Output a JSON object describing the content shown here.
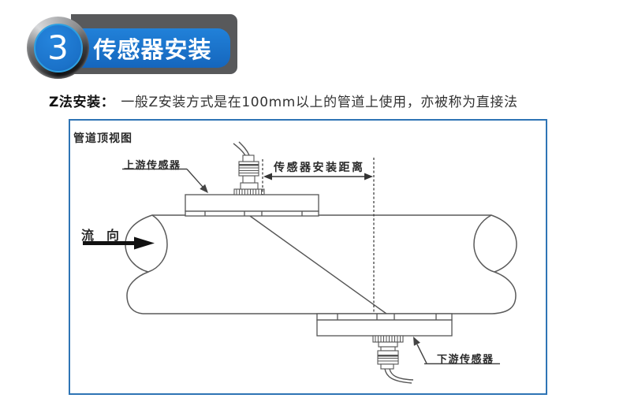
{
  "badge": {
    "number": "3",
    "title": "传感器安装"
  },
  "description": {
    "prefix": "Z法安装：",
    "text": "一般Z安装方式是在100mm以上的管道上使用，亦被称为直接法"
  },
  "diagram": {
    "view_label": "管道顶视图",
    "upstream_label": "上游传感器",
    "distance_label": "传感器安装距离",
    "downstream_label": "下游传感器",
    "flow_label": "流　向"
  },
  "colors": {
    "accent_blue": "#1B76D1",
    "badge_gray": "#58595B",
    "frame_blue": "#2E74B5",
    "line_gray": "#5a5a5a",
    "text_dark": "#2a2a2a"
  }
}
